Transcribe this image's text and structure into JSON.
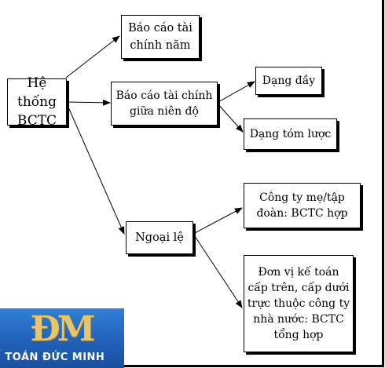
{
  "root": {
    "label": "Hệ thống\nBCTC"
  },
  "nodes": {
    "annual": "Báo cáo tài\nchính năm",
    "interim": "Báo cáo tài chính\ngiữa niên độ",
    "full_form": "Dạng đầy",
    "summary_form": "Dạng tóm lược",
    "exception": "Ngoại lệ",
    "group": "Công ty mẹ/tập\nđoàn: BCTC hợp",
    "state_unit": "Đơn vị kế toán\ncấp trên, cấp dưới\ntrực thuộc công ty\nnhà nước: BCTC\ntổng hợp"
  },
  "logo": {
    "monogram": "ĐM",
    "brand": "Ế TOÁN ĐỨC MINH"
  }
}
